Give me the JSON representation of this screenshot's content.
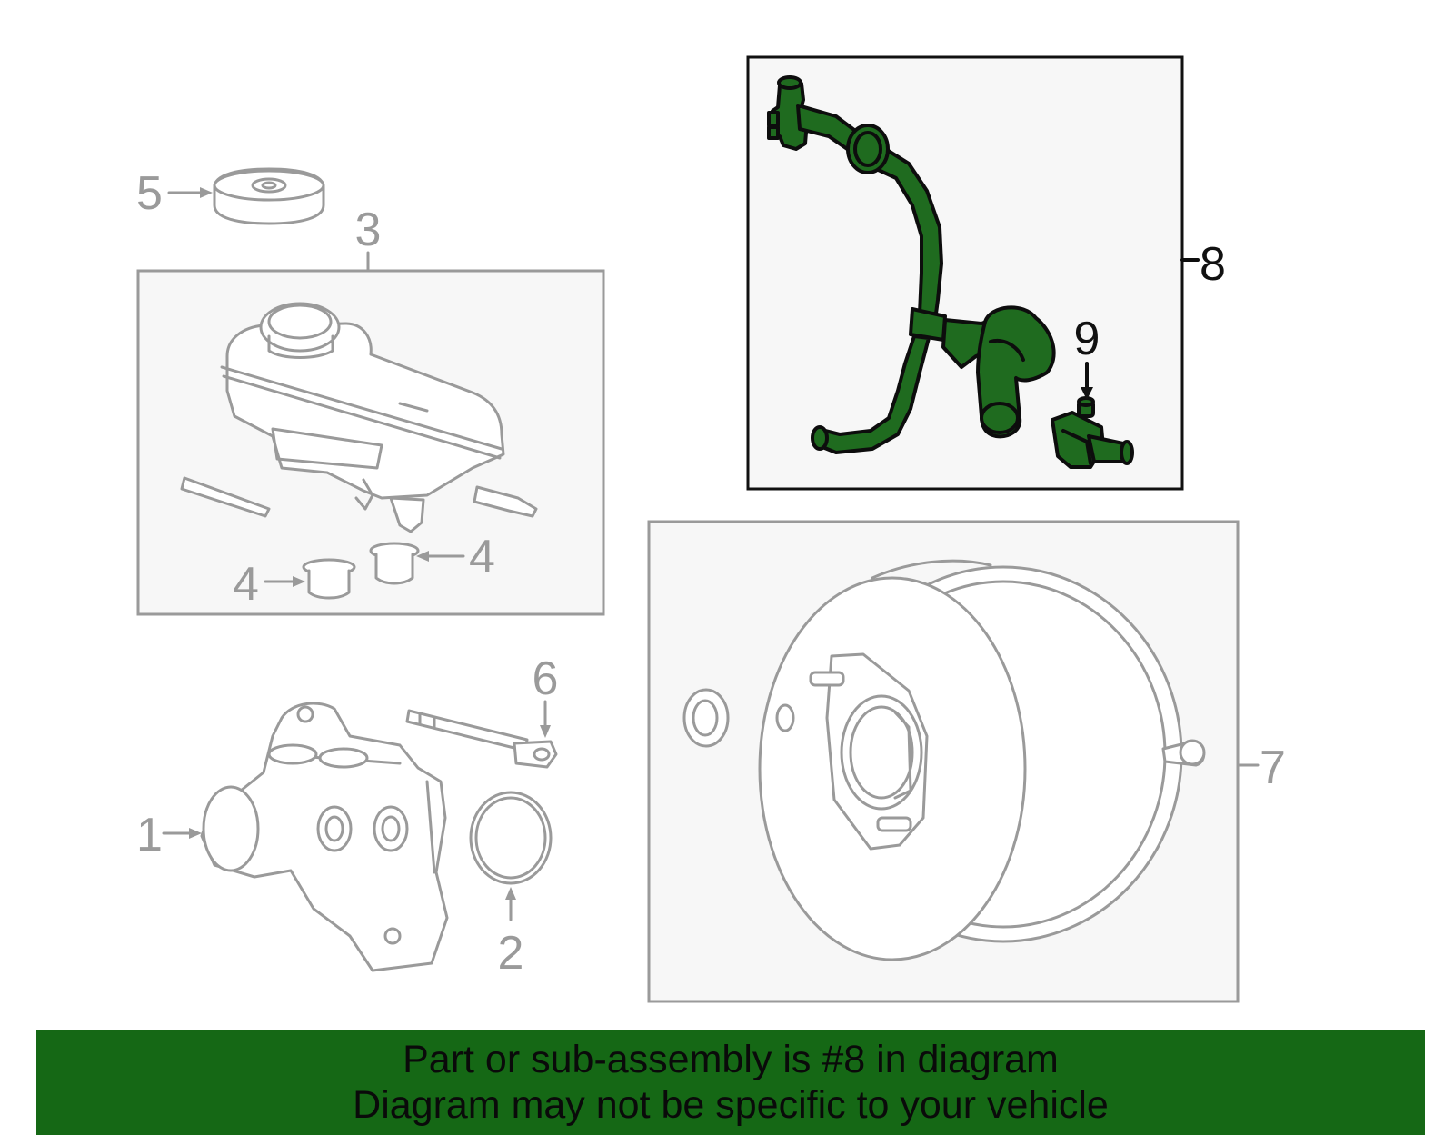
{
  "colors": {
    "highlight_part": "#1f6b1f",
    "banner_background": "#156815",
    "box_background": "#f7f7f7",
    "outline_gray": "#9a9a9a",
    "callout_black": "#111111"
  },
  "callouts": {
    "c1": "1",
    "c2": "2",
    "c3": "3",
    "c4a": "4",
    "c4b": "4",
    "c5": "5",
    "c6": "6",
    "c7": "7",
    "c8": "8",
    "c9": "9"
  },
  "highlighted_callouts": [
    "8",
    "9"
  ],
  "banner": {
    "line1": "Part or sub-assembly is #8 in diagram",
    "line2": "Diagram may not be specific to your vehicle"
  }
}
